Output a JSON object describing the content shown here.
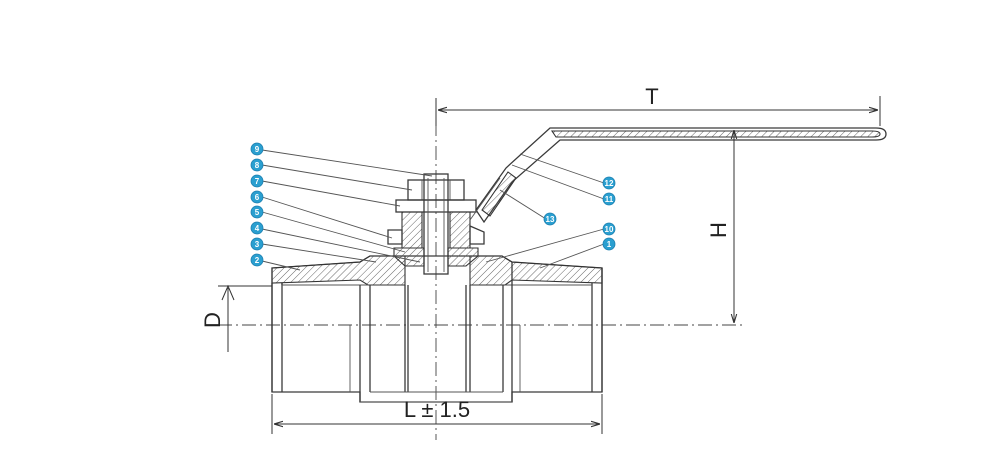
{
  "dimensions": {
    "overall_width": "T",
    "height": "H",
    "bore": "D",
    "length": "L ± 1.5"
  },
  "part_numbers": {
    "left": [
      "9",
      "8",
      "7",
      "6",
      "5",
      "4",
      "3",
      "2"
    ],
    "right": [
      "12",
      "11",
      "13",
      "10",
      "1"
    ]
  },
  "colors": {
    "line": "#3a3a3a",
    "callout": "#2a9fd0"
  }
}
